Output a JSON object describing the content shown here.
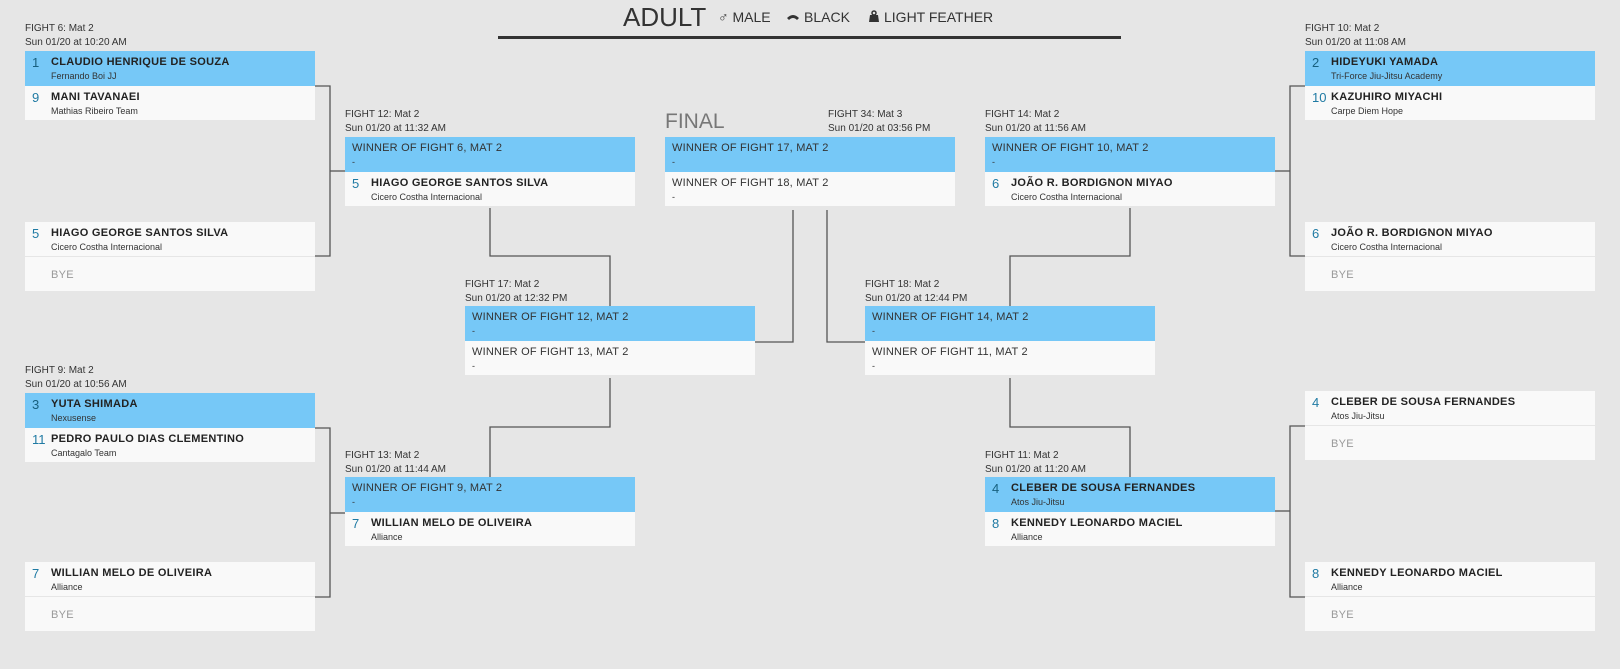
{
  "header": {
    "title": "ADULT",
    "gender_icon": "male-icon",
    "gender": "MALE",
    "belt_icon": "belt-icon",
    "belt": "BLACK",
    "weight_icon": "weight-icon",
    "weight": "LIGHT FEATHER"
  },
  "final_label": "FINAL",
  "colors": {
    "winner_row": "#76c8f7",
    "row": "#f9f9f9",
    "background": "#e6e6e6",
    "connector": "#555555"
  },
  "fights": {
    "f6": {
      "fight": "FIGHT 6: Mat 2",
      "time": "Sun 01/20 at 10:20 AM",
      "a": {
        "seed": "1",
        "name": "CLAUDIO HENRIQUE DE SOUZA",
        "team": "Fernando Boi JJ"
      },
      "b": {
        "seed": "9",
        "name": "MANI TAVANAEI",
        "team": "Mathias Ribeiro Team"
      }
    },
    "f6bye": {
      "a": {
        "seed": "5",
        "name": "HIAGO GEORGE SANTOS SILVA",
        "team": "Cicero Costha Internacional"
      },
      "bye": "BYE"
    },
    "f9": {
      "fight": "FIGHT 9: Mat 2",
      "time": "Sun 01/20 at 10:56 AM",
      "a": {
        "seed": "3",
        "name": "YUTA SHIMADA",
        "team": "Nexusense"
      },
      "b": {
        "seed": "11",
        "name": "PEDRO PAULO DIAS CLEMENTINO",
        "team": "Cantagalo Team"
      }
    },
    "f9bye": {
      "a": {
        "seed": "7",
        "name": "WILLIAN MELO DE OLIVEIRA",
        "team": "Alliance"
      },
      "bye": "BYE"
    },
    "f10": {
      "fight": "FIGHT 10: Mat 2",
      "time": "Sun 01/20 at 11:08 AM",
      "a": {
        "seed": "2",
        "name": "HIDEYUKI YAMADA",
        "team": "Tri-Force Jiu-Jitsu Academy"
      },
      "b": {
        "seed": "10",
        "name": "KAZUHIRO MIYACHI",
        "team": "Carpe Diem Hope"
      }
    },
    "f10bye": {
      "a": {
        "seed": "6",
        "name": "JOÃO R. BORDIGNON MIYAO",
        "team": "Cicero Costha Internacional"
      },
      "bye": "BYE"
    },
    "f11bye": {
      "a": {
        "seed": "4",
        "name": "CLEBER DE SOUSA FERNANDES",
        "team": "Atos Jiu-Jitsu"
      },
      "bye": "BYE"
    },
    "f11bye2": {
      "a": {
        "seed": "8",
        "name": "KENNEDY LEONARDO MACIEL",
        "team": "Alliance"
      },
      "bye": "BYE"
    },
    "f12": {
      "fight": "FIGHT 12: Mat 2",
      "time": "Sun 01/20 at 11:32 AM",
      "a": {
        "name": "WINNER OF FIGHT 6, MAT 2",
        "dash": "-"
      },
      "b": {
        "seed": "5",
        "name": "HIAGO GEORGE SANTOS SILVA",
        "team": "Cicero Costha Internacional"
      }
    },
    "f13": {
      "fight": "FIGHT 13: Mat 2",
      "time": "Sun 01/20 at 11:44 AM",
      "a": {
        "name": "WINNER OF FIGHT 9, MAT 2",
        "dash": "-"
      },
      "b": {
        "seed": "7",
        "name": "WILLIAN MELO DE OLIVEIRA",
        "team": "Alliance"
      }
    },
    "f14": {
      "fight": "FIGHT 14: Mat 2",
      "time": "Sun 01/20 at 11:56 AM",
      "a": {
        "name": "WINNER OF FIGHT 10, MAT 2",
        "dash": "-"
      },
      "b": {
        "seed": "6",
        "name": "JOÃO R. BORDIGNON MIYAO",
        "team": "Cicero Costha Internacional"
      }
    },
    "f11": {
      "fight": "FIGHT 11: Mat 2",
      "time": "Sun 01/20 at 11:20 AM",
      "a": {
        "seed": "4",
        "name": "CLEBER DE SOUSA FERNANDES",
        "team": "Atos Jiu-Jitsu"
      },
      "b": {
        "seed": "8",
        "name": "KENNEDY LEONARDO MACIEL",
        "team": "Alliance"
      }
    },
    "f17": {
      "fight": "FIGHT 17: Mat 2",
      "time": "Sun 01/20 at 12:32 PM",
      "a": {
        "name": "WINNER OF FIGHT 12, MAT 2",
        "dash": "-"
      },
      "b": {
        "name": "WINNER OF FIGHT 13, MAT 2",
        "dash": "-"
      }
    },
    "f18": {
      "fight": "FIGHT 18: Mat 2",
      "time": "Sun 01/20 at 12:44 PM",
      "a": {
        "name": "WINNER OF FIGHT 14, MAT 2",
        "dash": "-"
      },
      "b": {
        "name": "WINNER OF FIGHT 11, MAT 2",
        "dash": "-"
      }
    },
    "f34": {
      "fight": "FIGHT 34: Mat 3",
      "time": "Sun 01/20 at 03:56 PM",
      "a": {
        "name": "WINNER OF FIGHT 17, MAT 2",
        "dash": "-"
      },
      "b": {
        "name": "WINNER OF FIGHT 18, MAT 2",
        "dash": "-"
      }
    }
  }
}
